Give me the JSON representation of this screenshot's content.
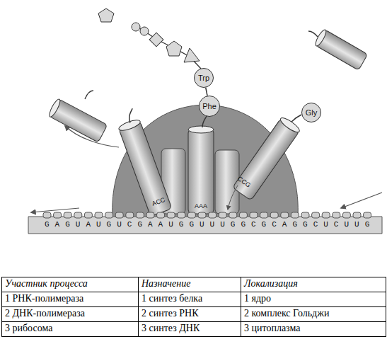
{
  "diagram": {
    "nodes": [
      {
        "text": [
          "Trp"
        ]
      },
      {
        "text": [
          "Phe"
        ]
      },
      {
        "text": [
          "Gly"
        ]
      }
    ],
    "edges": [
      {
        "from": 0,
        "to": 1,
        "arrow": "none"
      }
    ],
    "labels": [
      "ACC",
      "AAA",
      "CCG",
      "GAGUAUGUCGAAUGGUUUGGCGCAGGCUCUUG",
      "Участник процесса",
      "Назначение",
      "Локализация",
      "1 РНК-полимераза",
      "1 синтез белка",
      "1 ядро",
      "2 ДНК-полимераза",
      "2 синтез РНК",
      "2 комплекс Гольджи",
      "3 рибосома",
      "3 синтез ДНК",
      "3 цитоплазма"
    ]
  }
}
